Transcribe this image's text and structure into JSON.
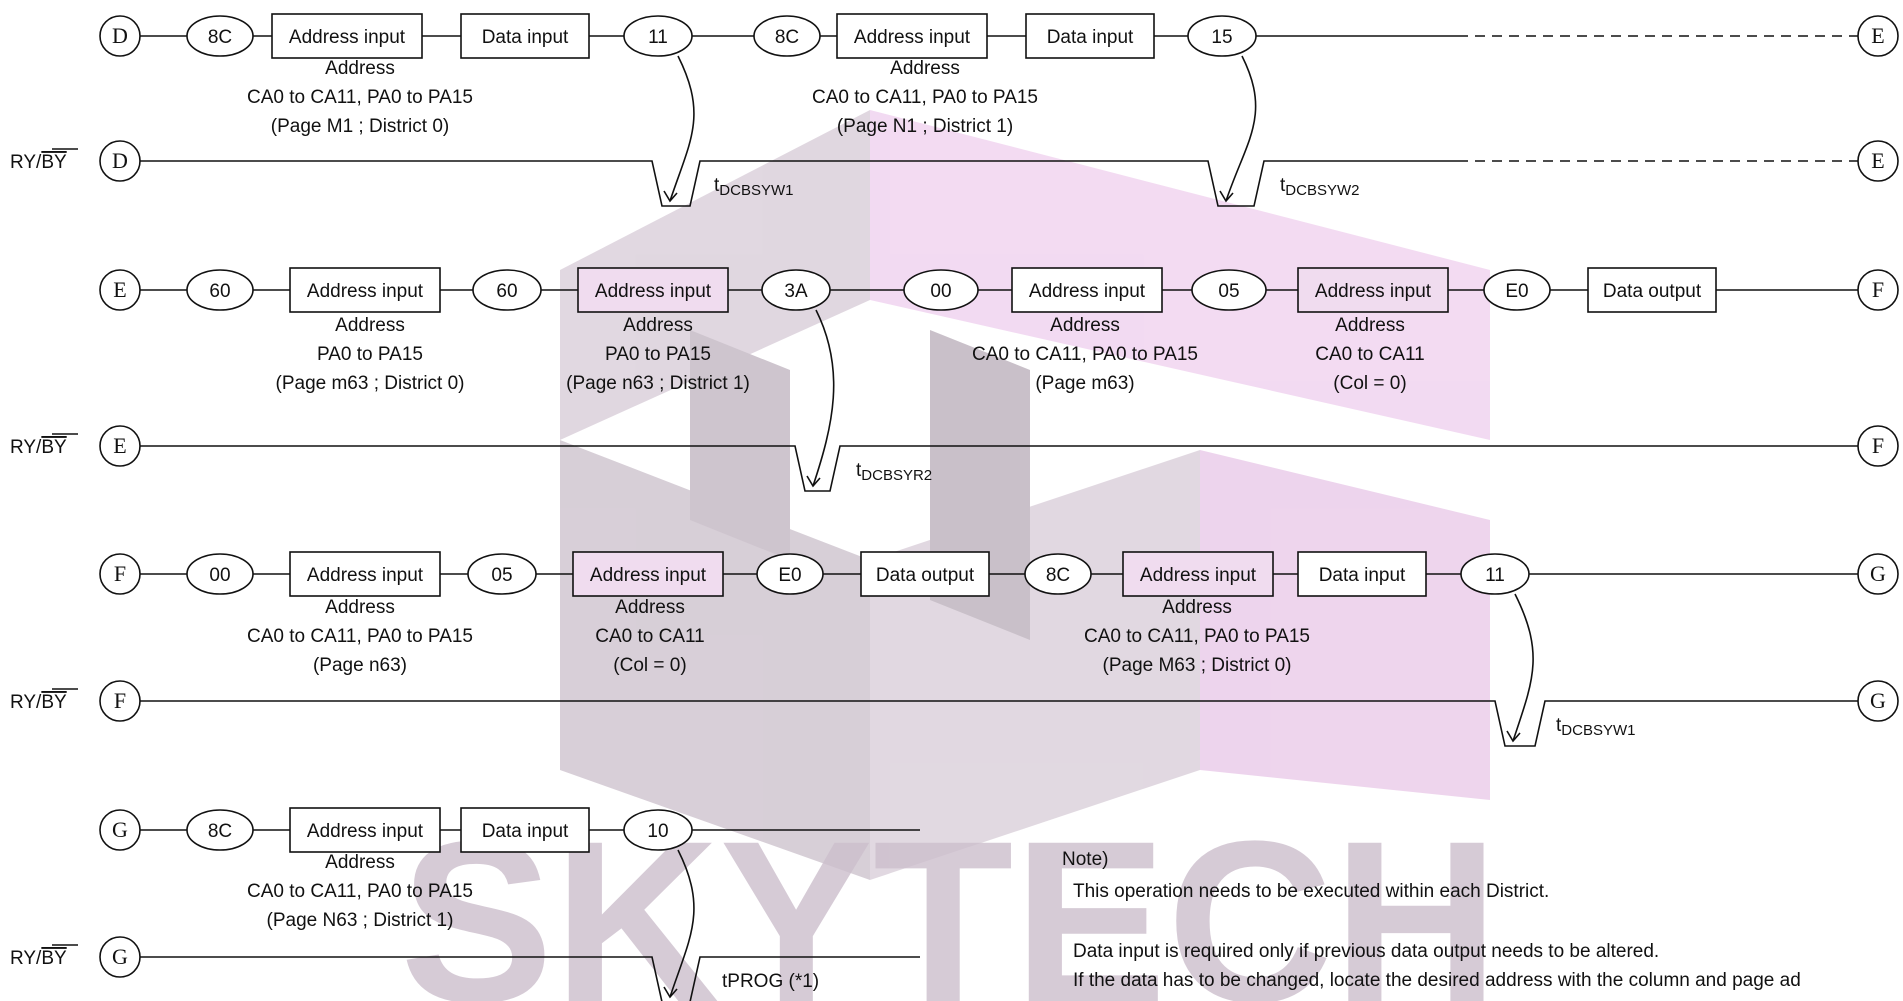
{
  "watermark": "SKYTECH",
  "signal": {
    "ry_by_prefix": "RY/",
    "ry_by_bar": "BY"
  },
  "rows": [
    {
      "connector_left": "D",
      "connector_right": "E",
      "bus": [
        {
          "type": "oval",
          "text": "8C"
        },
        {
          "type": "box",
          "text": "Address input"
        },
        {
          "type": "box",
          "text": "Data input"
        },
        {
          "type": "oval",
          "text": "11"
        },
        {
          "type": "oval",
          "text": "8C"
        },
        {
          "type": "box",
          "text": "Address input"
        },
        {
          "type": "box",
          "text": "Data input"
        },
        {
          "type": "oval",
          "text": "15"
        }
      ],
      "captions": [
        [
          "Address",
          "CA0 to CA11, PA0 to PA15",
          "(Page M1 ; District 0)"
        ],
        [
          "Address",
          "CA0 to CA11, PA0 to PA15",
          "(Page N1 ; District 1)"
        ]
      ],
      "busy": [
        {
          "label_t": "t",
          "label_sub": "DCBSYW1"
        },
        {
          "label_t": "t",
          "label_sub": "DCBSYW2"
        }
      ]
    },
    {
      "connector_left": "E",
      "connector_right": "F",
      "bus": [
        {
          "type": "oval",
          "text": "60"
        },
        {
          "type": "box",
          "text": "Address input"
        },
        {
          "type": "oval",
          "text": "60"
        },
        {
          "type": "box",
          "text": "Address input"
        },
        {
          "type": "oval",
          "text": "3A"
        },
        {
          "type": "oval",
          "text": "00"
        },
        {
          "type": "box",
          "text": "Address input"
        },
        {
          "type": "oval",
          "text": "05"
        },
        {
          "type": "box",
          "text": "Address input"
        },
        {
          "type": "oval",
          "text": "E0"
        },
        {
          "type": "box",
          "text": "Data output"
        }
      ],
      "captions": [
        [
          "Address",
          "PA0 to PA15",
          "(Page m63 ; District 0)"
        ],
        [
          "Address",
          "PA0 to PA15",
          "(Page n63 ; District 1)"
        ],
        [
          "Address",
          "CA0 to CA11, PA0 to PA15",
          "(Page m63)"
        ],
        [
          "Address",
          "CA0 to CA11",
          "(Col = 0)"
        ]
      ],
      "busy": [
        {
          "label_t": "t",
          "label_sub": "DCBSYR2"
        }
      ]
    },
    {
      "connector_left": "F",
      "connector_right": "G",
      "bus": [
        {
          "type": "oval",
          "text": "00"
        },
        {
          "type": "box",
          "text": "Address input"
        },
        {
          "type": "oval",
          "text": "05"
        },
        {
          "type": "box",
          "text": "Address input"
        },
        {
          "type": "oval",
          "text": "E0"
        },
        {
          "type": "box",
          "text": "Data output"
        },
        {
          "type": "oval",
          "text": "8C"
        },
        {
          "type": "box",
          "text": "Address input"
        },
        {
          "type": "box",
          "text": "Data input"
        },
        {
          "type": "oval",
          "text": "11"
        }
      ],
      "captions": [
        [
          "Address",
          "CA0 to CA11, PA0 to PA15",
          "(Page n63)"
        ],
        [
          "Address",
          "CA0 to CA11",
          "(Col = 0)"
        ],
        [
          "Address",
          "CA0 to CA11, PA0 to PA15",
          "(Page M63 ; District 0)"
        ]
      ],
      "busy": [
        {
          "label_t": "t",
          "label_sub": "DCBSYW1"
        }
      ]
    },
    {
      "connector_left": "G",
      "bus": [
        {
          "type": "oval",
          "text": "8C"
        },
        {
          "type": "box",
          "text": "Address input"
        },
        {
          "type": "box",
          "text": "Data input"
        },
        {
          "type": "oval",
          "text": "10"
        }
      ],
      "captions": [
        [
          "Address",
          "CA0 to CA11, PA0 to PA15",
          "(Page N63 ; District 1)"
        ]
      ],
      "busy": [
        {
          "label_t": "tPROG (*1)",
          "label_sub": ""
        }
      ]
    }
  ],
  "note": {
    "title": "Note)",
    "line1": "This operation needs to be executed within each District.",
    "line2": "Data input is required only if previous data output needs to be altered.",
    "line3": "If the data has to be changed, locate the desired address with the column and page ad"
  }
}
